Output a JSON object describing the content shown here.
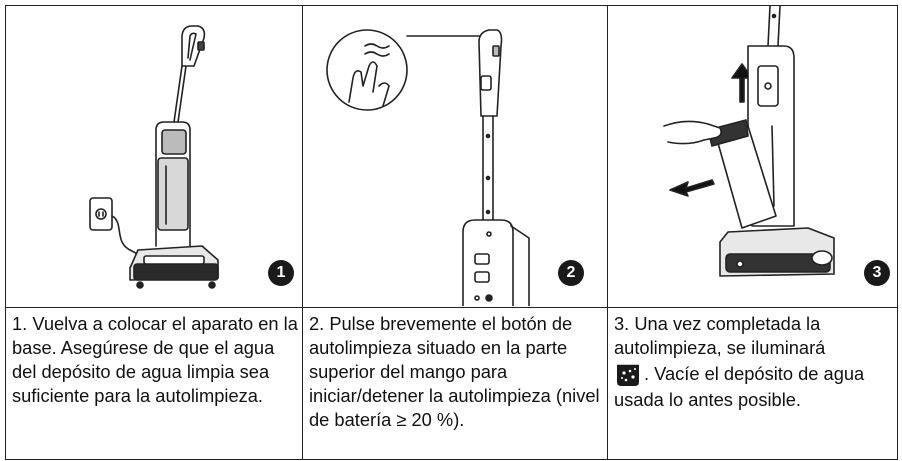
{
  "steps": [
    {
      "number": "1",
      "text": "1. Vuelva a colocar el aparato en la base. Asegúrese de que el agua del depósito de agua limpia sea suficiente para la autolimpieza."
    },
    {
      "number": "2",
      "text": "2. Pulse brevemente el botón de autolimpieza situado en la parte superior del mango para iniciar/detener la autolimpieza (nivel de batería ≥ 20 %)."
    },
    {
      "number": "3",
      "text_before_icon": "3. Una vez completada la autolimpieza, se iluminará",
      "text_after_icon": ". Vacíe el depósito de agua usada lo antes posible.",
      "icon": "dirty-water-tank-icon"
    }
  ],
  "colors": {
    "line": "#222222",
    "badge": "#1a1a1a",
    "text": "#111111"
  }
}
